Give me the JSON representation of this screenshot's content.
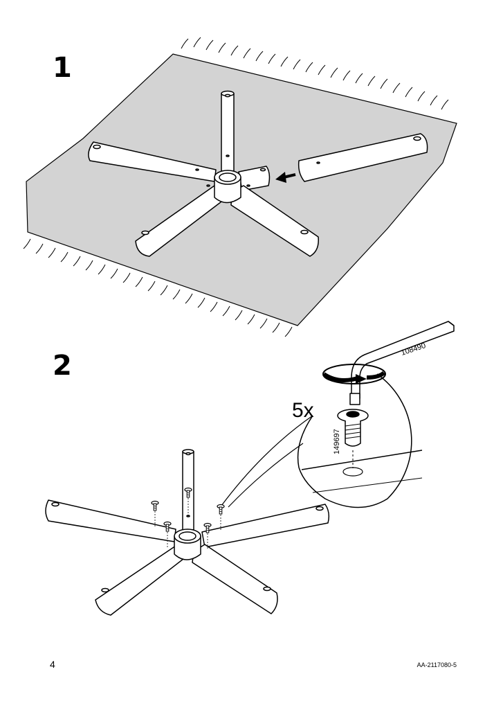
{
  "steps": [
    {
      "number": "1"
    },
    {
      "number": "2",
      "quantity": "5x",
      "tool_part_number": "108490",
      "screw_part_number": "149697"
    }
  ],
  "footer": {
    "page_number": "4",
    "document_code": "AA-2117080-5"
  },
  "colors": {
    "rug": "#d3d3d3",
    "line": "#000000",
    "paper": "#ffffff"
  },
  "icons": [
    "rug-illustration",
    "star-base-icon",
    "base-leg-icon",
    "insert-arrow-icon",
    "allen-key-icon",
    "rotate-arrow-icon",
    "screw-icon",
    "detail-callout"
  ]
}
